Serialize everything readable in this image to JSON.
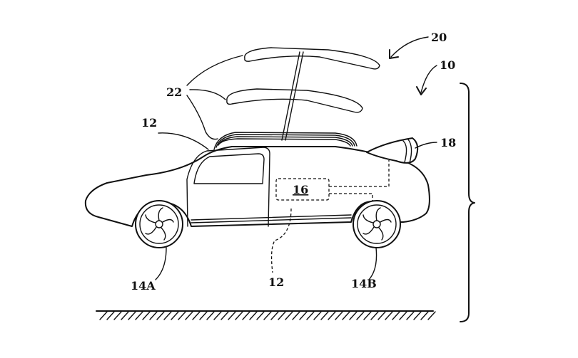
{
  "labels": {
    "assembly": "20",
    "vehicle": "10",
    "airfoils": "22",
    "body_top": "12",
    "body_bottom": "12",
    "tail": "18",
    "module": "16",
    "front_wheel": "14A",
    "rear_wheel": "14B"
  }
}
